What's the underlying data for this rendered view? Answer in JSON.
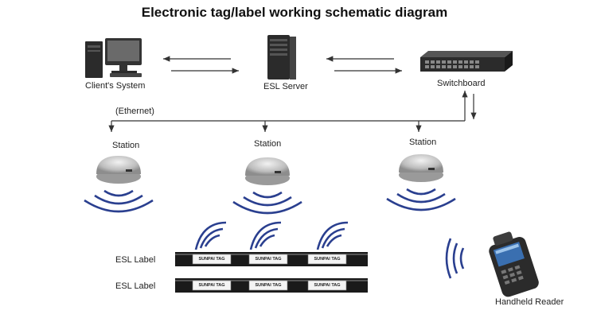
{
  "title": "Electronic tag/label working schematic diagram",
  "nodes": {
    "client": "Client's System",
    "server": "ESL Server",
    "switch": "Switchboard",
    "ethernet": "(Ethernet)",
    "stations": [
      "Station",
      "Station",
      "Station"
    ],
    "esl_labels": [
      "ESL Label",
      "ESL Label"
    ],
    "tag_text": "SUNPAI TAG",
    "handheld": "Handheld Reader"
  },
  "colors": {
    "line": "#333333",
    "device_dark": "#2b2b2b",
    "station_gray": "#c8c8c8",
    "wave_blue": "#2a3f8f",
    "tag_strip": "#1a1a1a"
  }
}
